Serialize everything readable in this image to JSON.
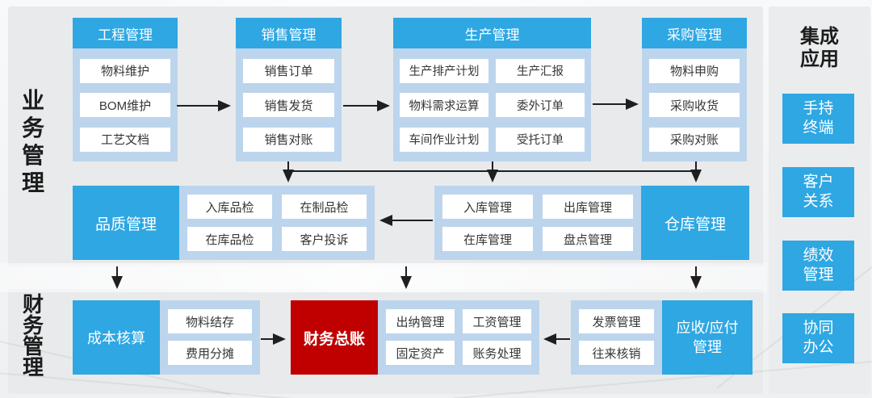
{
  "labels": {
    "business": "业务管理",
    "finance": "财务管理"
  },
  "engineering": {
    "title": "工程管理",
    "items": [
      "物料维护",
      "BOM维护",
      "工艺文档"
    ]
  },
  "sales": {
    "title": "销售管理",
    "items": [
      "销售订单",
      "销售发货",
      "销售对账"
    ]
  },
  "production": {
    "title": "生产管理",
    "items": [
      "生产排产计划",
      "生产汇报",
      "物料需求运算",
      "委外订单",
      "车间作业计划",
      "受托订单"
    ]
  },
  "procurement": {
    "title": "采购管理",
    "items": [
      "物料申购",
      "采购收货",
      "采购对账"
    ]
  },
  "quality": {
    "title": "品质管理",
    "items": [
      "入库品检",
      "在制品检",
      "在库品检",
      "客户投诉"
    ]
  },
  "warehouse": {
    "title": "仓库管理",
    "items": [
      "入库管理",
      "出库管理",
      "在库管理",
      "盘点管理"
    ]
  },
  "cost": {
    "title": "成本核算",
    "items": [
      "物料结存",
      "费用分摊"
    ]
  },
  "ledger": {
    "title": "财务总账",
    "items": [
      "出纳管理",
      "工资管理",
      "固定资产",
      "账务处理"
    ]
  },
  "arap": {
    "title": "应收/应付管理",
    "items": [
      "发票管理",
      "往来核销"
    ]
  },
  "sidebar": {
    "title": "集成应用",
    "items": [
      "手持终端",
      "客户关系",
      "绩效管理",
      "协同办公"
    ]
  },
  "colors": {
    "blue": "#2ea7e3",
    "light_blue": "#bcd5ed",
    "red": "#c00000",
    "panel_gray": "#e9eaeb"
  }
}
